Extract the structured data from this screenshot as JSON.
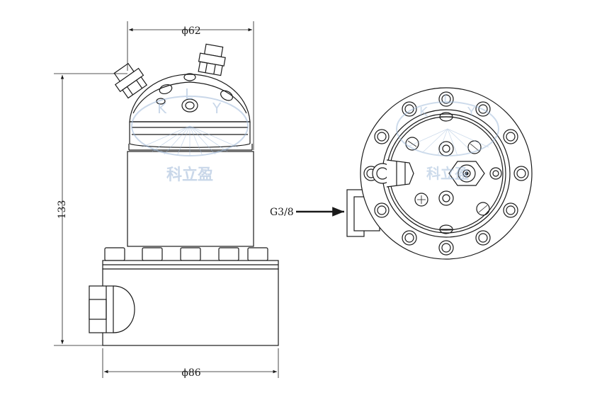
{
  "drawing": {
    "dimensions": {
      "top_diameter": "ϕ62",
      "bottom_diameter": "ϕ86",
      "height": "133"
    },
    "port_callout": "G3/8",
    "watermark": {
      "letters": [
        "K",
        "L",
        "Y"
      ],
      "chinese": "科立盈"
    },
    "colors": {
      "line": "#1a1a1a",
      "watermark": "#9db8d8"
    }
  }
}
